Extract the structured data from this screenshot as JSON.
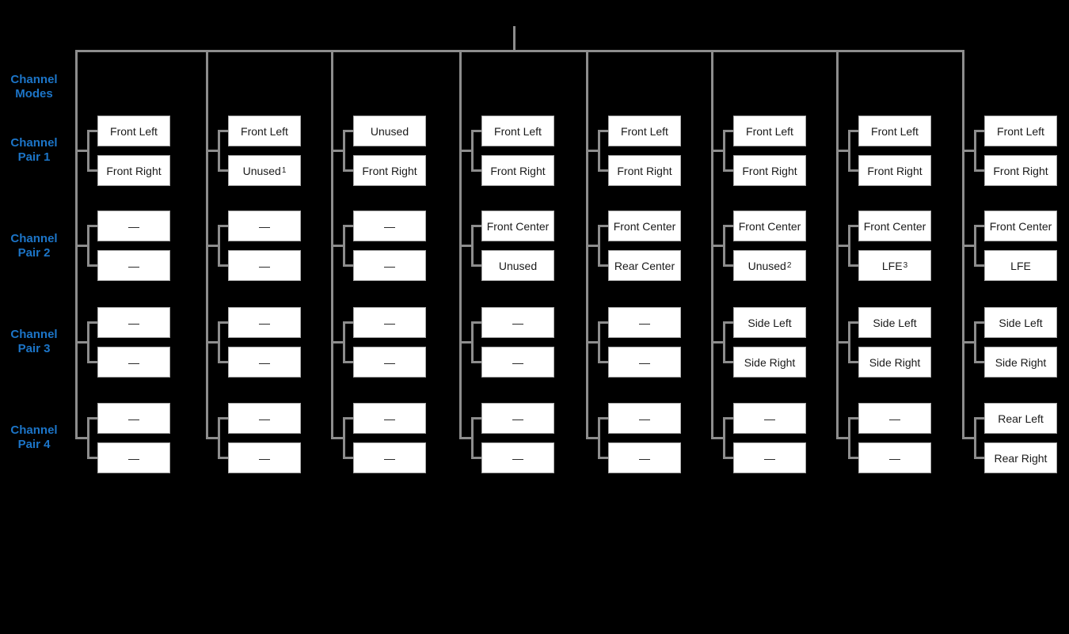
{
  "diagram": {
    "colors": {
      "background": "#000000",
      "connector_line": "#8d8d8d",
      "row_label_text": "#1c75c8",
      "box_fill": "#ffffff",
      "box_border": "#ababab",
      "box_text": "#1a1a1a"
    },
    "row_labels": [
      {
        "line1": "Channel",
        "line2": "Modes"
      },
      {
        "line1": "Channel",
        "line2": "Pair 1"
      },
      {
        "line1": "Channel",
        "line2": "Pair 2"
      },
      {
        "line1": "Channel",
        "line2": "Pair 3"
      },
      {
        "line1": "Channel",
        "line2": "Pair 4"
      }
    ],
    "columns": [
      {
        "pairs": [
          [
            {
              "label": "Front Left",
              "sup": ""
            },
            {
              "label": "Front Right",
              "sup": ""
            }
          ],
          [
            {
              "label": "—",
              "sup": ""
            },
            {
              "label": "—",
              "sup": ""
            }
          ],
          [
            {
              "label": "—",
              "sup": ""
            },
            {
              "label": "—",
              "sup": ""
            }
          ],
          [
            {
              "label": "—",
              "sup": ""
            },
            {
              "label": "—",
              "sup": ""
            }
          ]
        ]
      },
      {
        "pairs": [
          [
            {
              "label": "Front Left",
              "sup": ""
            },
            {
              "label": "Unused",
              "sup": "1"
            }
          ],
          [
            {
              "label": "—",
              "sup": ""
            },
            {
              "label": "—",
              "sup": ""
            }
          ],
          [
            {
              "label": "—",
              "sup": ""
            },
            {
              "label": "—",
              "sup": ""
            }
          ],
          [
            {
              "label": "—",
              "sup": ""
            },
            {
              "label": "—",
              "sup": ""
            }
          ]
        ]
      },
      {
        "pairs": [
          [
            {
              "label": "Unused",
              "sup": ""
            },
            {
              "label": "Front Right",
              "sup": ""
            }
          ],
          [
            {
              "label": "—",
              "sup": ""
            },
            {
              "label": "—",
              "sup": ""
            }
          ],
          [
            {
              "label": "—",
              "sup": ""
            },
            {
              "label": "—",
              "sup": ""
            }
          ],
          [
            {
              "label": "—",
              "sup": ""
            },
            {
              "label": "—",
              "sup": ""
            }
          ]
        ]
      },
      {
        "pairs": [
          [
            {
              "label": "Front Left",
              "sup": ""
            },
            {
              "label": "Front Right",
              "sup": ""
            }
          ],
          [
            {
              "label": "Front Center",
              "sup": ""
            },
            {
              "label": "Unused",
              "sup": ""
            }
          ],
          [
            {
              "label": "—",
              "sup": ""
            },
            {
              "label": "—",
              "sup": ""
            }
          ],
          [
            {
              "label": "—",
              "sup": ""
            },
            {
              "label": "—",
              "sup": ""
            }
          ]
        ]
      },
      {
        "pairs": [
          [
            {
              "label": "Front Left",
              "sup": ""
            },
            {
              "label": "Front Right",
              "sup": ""
            }
          ],
          [
            {
              "label": "Front Center",
              "sup": ""
            },
            {
              "label": "Rear Center",
              "sup": ""
            }
          ],
          [
            {
              "label": "—",
              "sup": ""
            },
            {
              "label": "—",
              "sup": ""
            }
          ],
          [
            {
              "label": "—",
              "sup": ""
            },
            {
              "label": "—",
              "sup": ""
            }
          ]
        ]
      },
      {
        "pairs": [
          [
            {
              "label": "Front Left",
              "sup": ""
            },
            {
              "label": "Front Right",
              "sup": ""
            }
          ],
          [
            {
              "label": "Front Center",
              "sup": ""
            },
            {
              "label": "Unused",
              "sup": "2"
            }
          ],
          [
            {
              "label": "Side Left",
              "sup": ""
            },
            {
              "label": "Side Right",
              "sup": ""
            }
          ],
          [
            {
              "label": "—",
              "sup": ""
            },
            {
              "label": "—",
              "sup": ""
            }
          ]
        ]
      },
      {
        "pairs": [
          [
            {
              "label": "Front Left",
              "sup": ""
            },
            {
              "label": "Front Right",
              "sup": ""
            }
          ],
          [
            {
              "label": "Front Center",
              "sup": ""
            },
            {
              "label": "LFE",
              "sup": "3"
            }
          ],
          [
            {
              "label": "Side Left",
              "sup": ""
            },
            {
              "label": "Side Right",
              "sup": ""
            }
          ],
          [
            {
              "label": "—",
              "sup": ""
            },
            {
              "label": "—",
              "sup": ""
            }
          ]
        ]
      },
      {
        "pairs": [
          [
            {
              "label": "Front Left",
              "sup": ""
            },
            {
              "label": "Front Right",
              "sup": ""
            }
          ],
          [
            {
              "label": "Front Center",
              "sup": ""
            },
            {
              "label": "LFE",
              "sup": ""
            }
          ],
          [
            {
              "label": "Side Left",
              "sup": ""
            },
            {
              "label": "Side Right",
              "sup": ""
            }
          ],
          [
            {
              "label": "Rear Left",
              "sup": ""
            },
            {
              "label": "Rear Right",
              "sup": ""
            }
          ]
        ]
      }
    ]
  }
}
